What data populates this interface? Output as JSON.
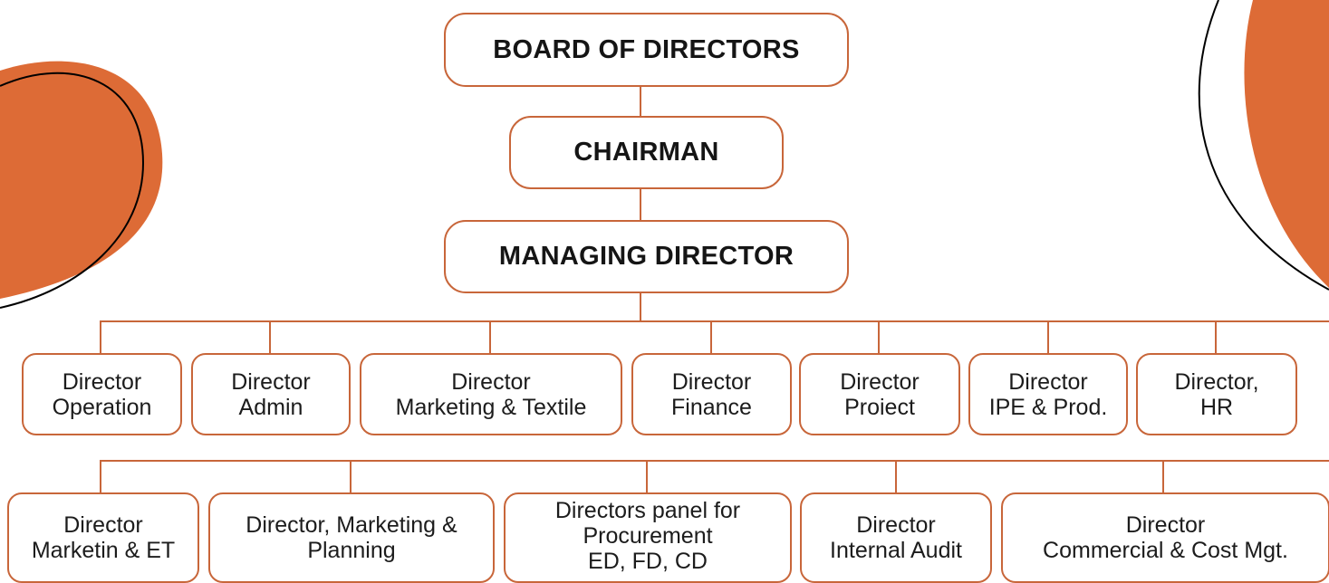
{
  "colors": {
    "accent": "#dd6b36",
    "line": "#c8663a",
    "outline": "#000000"
  },
  "top": {
    "board": "BOARD OF DIRECTORS",
    "chairman": "CHAIRMAN",
    "md": "MANAGING DIRECTOR"
  },
  "row1": [
    {
      "line1": "Director",
      "line2": "Operation"
    },
    {
      "line1": "Director",
      "line2": "Admin"
    },
    {
      "line1": "Director",
      "line2": "Marketing & Textile"
    },
    {
      "line1": "Director",
      "line2": "Finance"
    },
    {
      "line1": "Director",
      "line2": "Proiect"
    },
    {
      "line1": "Director",
      "line2": "IPE & Prod."
    },
    {
      "line1": "Director,",
      "line2": "HR"
    }
  ],
  "row2": [
    {
      "line1": "Director",
      "line2": "Marketin & ET"
    },
    {
      "line1": "Director, Marketing &",
      "line2": "Planning"
    },
    {
      "line1": "Directors panel for",
      "line2": "Procurement",
      "line3": "ED, FD, CD"
    },
    {
      "line1": "Director",
      "line2": "Internal Audit"
    },
    {
      "line1": "Director",
      "line2": "Commercial & Cost Mgt."
    }
  ]
}
